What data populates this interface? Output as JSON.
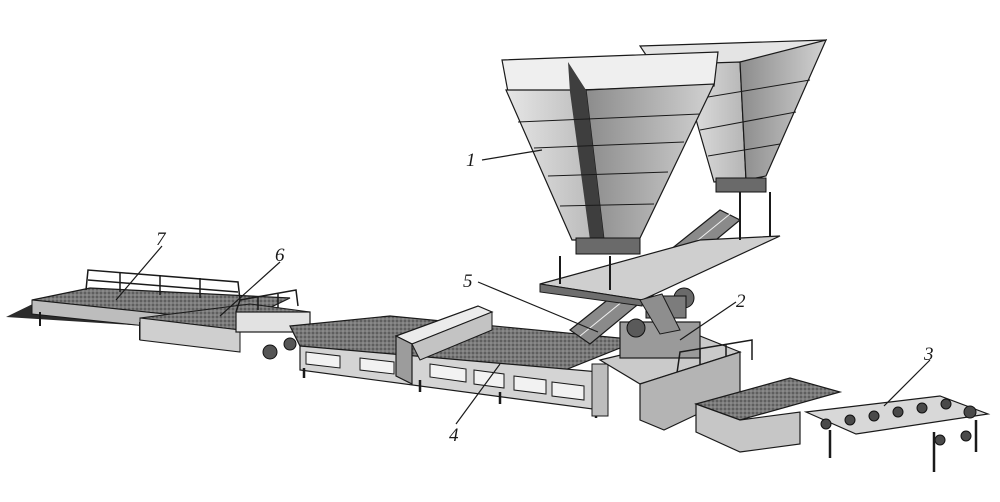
{
  "figure": {
    "callouts": [
      {
        "id": "c1",
        "label": "1"
      },
      {
        "id": "c2",
        "label": "2"
      },
      {
        "id": "c3",
        "label": "3"
      },
      {
        "id": "c4",
        "label": "4"
      },
      {
        "id": "c5",
        "label": "5"
      },
      {
        "id": "c6",
        "label": "6"
      },
      {
        "id": "c7",
        "label": "7"
      }
    ]
  },
  "colors": {
    "ink": "#1a1a1a",
    "hopper_light": "#d8d8d8",
    "hopper_mid": "#a9a9a9",
    "hopper_dark": "#5e5e5e",
    "deck_texture": "#6a6a6a",
    "frame": "#3a3a3a",
    "shadow": "#2b2b2b"
  }
}
